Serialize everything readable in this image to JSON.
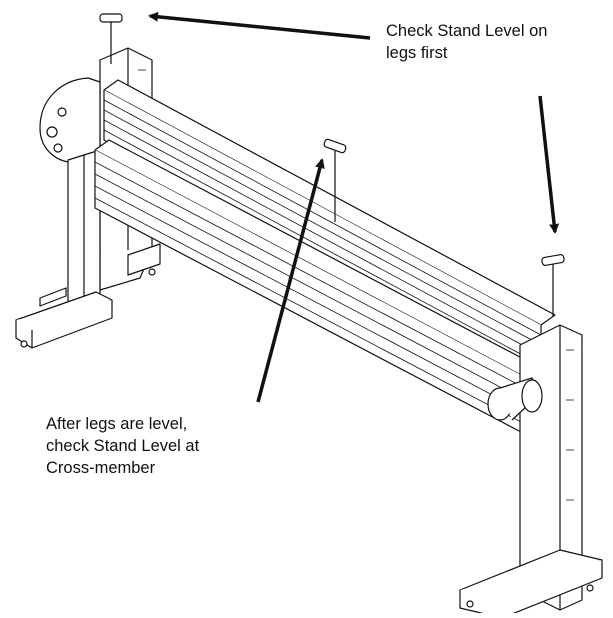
{
  "callouts": {
    "legs": {
      "lines": [
        "Check Stand Level on",
        "legs first"
      ]
    },
    "cross_member": {
      "lines": [
        "After legs are level,",
        "check Stand Level at",
        "Cross-member"
      ]
    }
  },
  "colors": {
    "ink": "#111111",
    "paper": "#ffffff",
    "shade": "#e6e6e6"
  },
  "icons": [
    "spirit-level-icon",
    "arrow-icon"
  ]
}
